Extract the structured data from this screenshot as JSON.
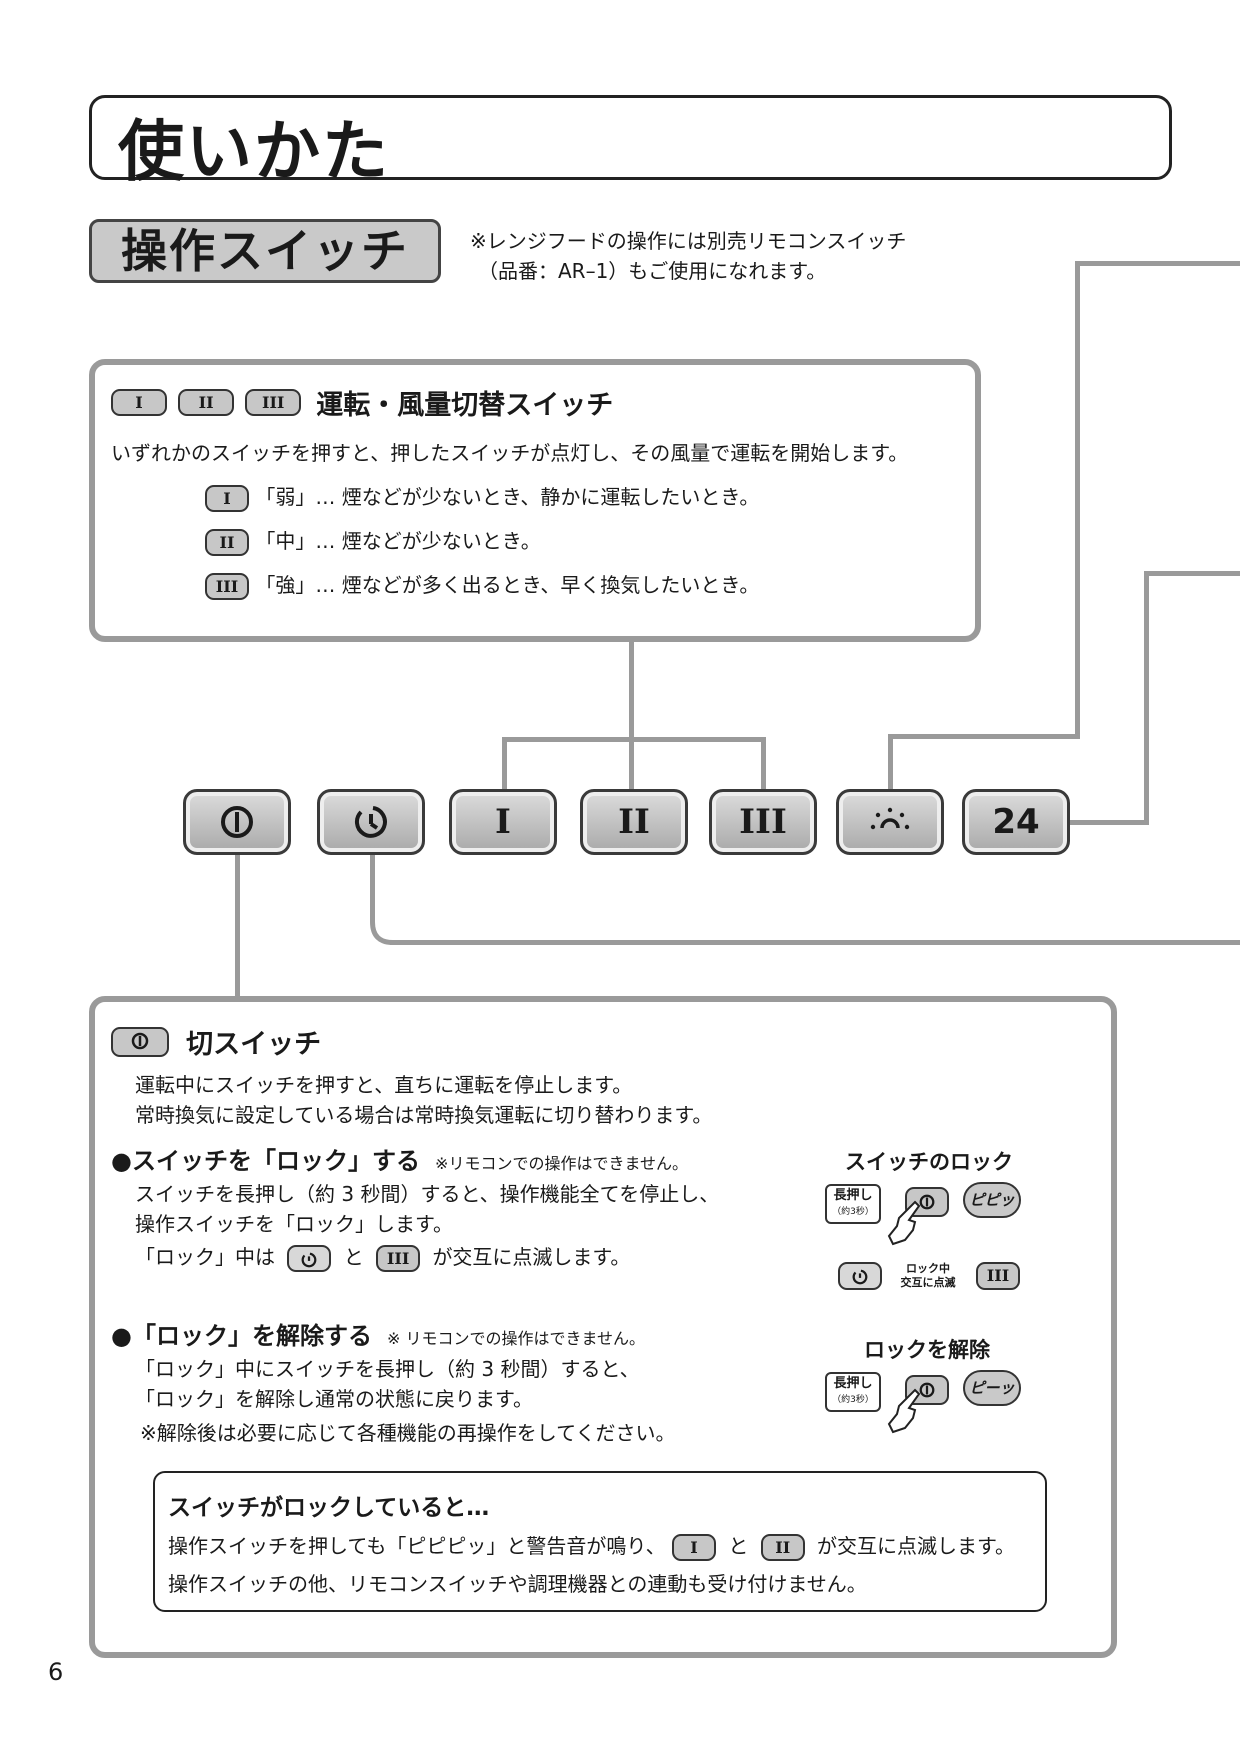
{
  "page": {
    "title": "使いかた",
    "section": "操作スイッチ",
    "note_line1": "※レンジフードの操作には別売リモコンスイッチ",
    "note_line2": "（品番：AR–1）もご使用になれます。",
    "page_number": "6"
  },
  "fan_panel": {
    "heading": "運転・風量切替スイッチ",
    "key_labels": [
      "I",
      "II",
      "III"
    ],
    "description": "いずれかのスイッチを押すと、押したスイッチが点灯し、その風量で運転を開始します。",
    "modes": [
      {
        "key": "I",
        "text": "「弱」… 煙などが少ないとき、静かに運転したいとき。"
      },
      {
        "key": "II",
        "text": "「中」… 煙などが少ないとき。"
      },
      {
        "key": "III",
        "text": "「強」… 煙などが多く出るとき、早く換気したいとき。"
      }
    ]
  },
  "control_keys": [
    {
      "name": "power",
      "icon": "power-icon"
    },
    {
      "name": "timer",
      "icon": "timer-icon"
    },
    {
      "name": "fan-1",
      "label": "I"
    },
    {
      "name": "fan-2",
      "label": "II"
    },
    {
      "name": "fan-3",
      "label": "III"
    },
    {
      "name": "light",
      "icon": "light-icon"
    },
    {
      "name": "ventilation-24h",
      "label": "24"
    }
  ],
  "off_panel": {
    "heading": "切スイッチ",
    "desc_line1": "運転中にスイッチを押すと、直ちに運転を停止します。",
    "desc_line2": "常時換気に設定している場合は常時換気運転に切り替わります。",
    "lock": {
      "heading": "●スイッチを「ロック」する",
      "note": "※リモコンでの操作はできません。",
      "line1": "スイッチを長押し（約 3 秒間）すると、操作機能全てを停止し、",
      "line2": "操作スイッチを「ロック」します。",
      "line3_pre": "「ロック」中は",
      "line3_mid": "と",
      "line3_post": "が交互に点滅します。",
      "key_after_and": "III"
    },
    "unlock": {
      "heading": "●「ロック」を解除する",
      "note": "※ リモコンでの操作はできません。",
      "line1": "「ロック」中にスイッチを長押し（約 3 秒間）すると、",
      "line2": "「ロック」を解除し通常の状態に戻ります。",
      "line3": "※解除後は必要に応じて各種機能の再操作をしてください。"
    },
    "illus_lock": {
      "title": "スイッチのロック",
      "press": "長押し",
      "press_sub": "（約3秒）",
      "sound": "ピピッ",
      "blink_line1": "ロック中",
      "blink_line2": "交互に点滅",
      "blink_key": "III"
    },
    "illus_unlock": {
      "title": "ロックを解除",
      "press": "長押し",
      "press_sub": "（約3秒）",
      "sound": "ピーッ"
    },
    "locked_box": {
      "heading": "スイッチがロックしていると…",
      "line1_pre": "操作スイッチを押しても「ピピピッ」と警告音が鳴り、",
      "key_a": "I",
      "line1_mid": "と",
      "key_b": "II",
      "line1_post": "が交互に点滅します。",
      "line2": "操作スイッチの他、リモコンスイッチや調理機器との連動も受け付けません。"
    }
  }
}
